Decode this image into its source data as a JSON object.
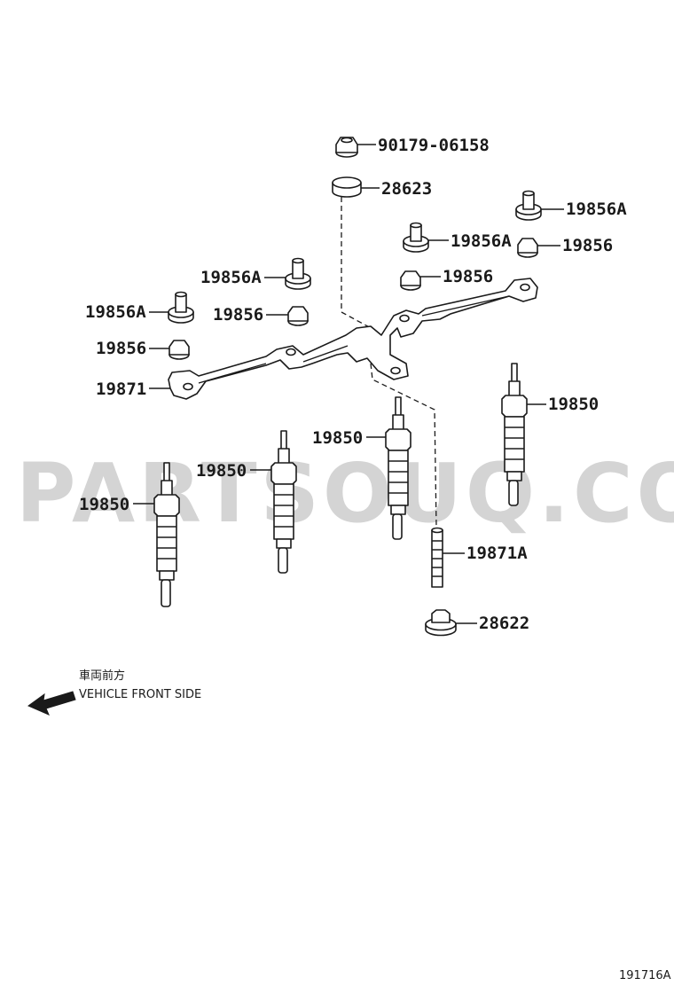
{
  "watermark": "PARTSOUQ.COM",
  "diagram_code": "191716A",
  "direction_note": {
    "japanese": "車両前方",
    "english": "VEHICLE FRONT SIDE"
  },
  "callouts": {
    "nut_90179": "90179-06158",
    "insulator_28623": "28623",
    "nut_19856A_top_right": "19856A",
    "nut_19856_top_right": "19856",
    "nut_19856A_center": "19856A",
    "nut_19856_center": "19856",
    "nut_19856A_left_upper": "19856A",
    "nut_19856_left_mid": "19856",
    "nut_19856A_left": "19856A",
    "nut_19856_left": "19856",
    "connector_19871": "19871",
    "plug_19850_right": "19850",
    "plug_19850_center": "19850",
    "plug_19850_mid": "19850",
    "plug_19850_left": "19850",
    "stud_19871A": "19871A",
    "insulator_28622": "28622"
  }
}
